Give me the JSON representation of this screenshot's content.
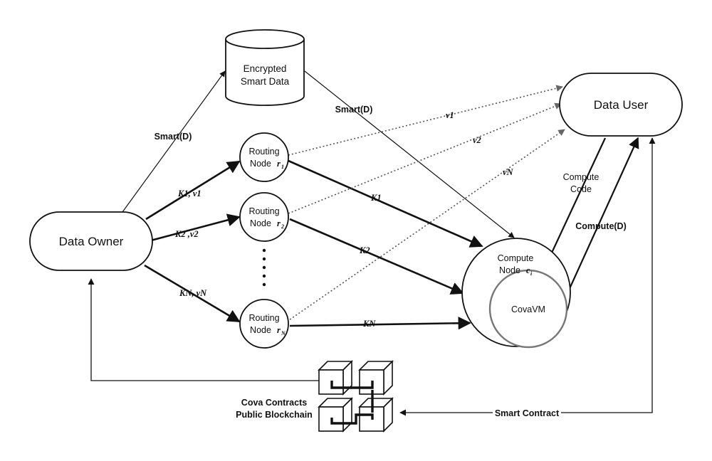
{
  "colors": {
    "stroke": "#111111",
    "dotted": "#555555",
    "inner_circle": "#777777"
  },
  "nodes": {
    "data_owner": "Data Owner",
    "data_user": "Data User",
    "encrypted_line1": "Encrypted",
    "encrypted_line2": "Smart Data",
    "routing_label": "Routing",
    "node_word": "Node",
    "r1": "r",
    "r1_sub": "1",
    "r2": "r",
    "r2_sub": "2",
    "rN": "r",
    "rN_sub": "N",
    "compute_line1": "Compute",
    "compute_word": "Node",
    "compute_ci": "c",
    "compute_ci_sub": "i",
    "covavm": "CovaVM",
    "blockchain_line1": "Cova Contracts",
    "blockchain_line2": "Public Blockchain",
    "ellipsis": "⋮"
  },
  "edges": {
    "smart_d_left": "Smart(D)",
    "smart_d_right": "Smart(D)",
    "k1v1": "K1, v1",
    "k2v2": "K2 ,v2",
    "kNvN": "KN, vN",
    "k1": "K1",
    "k2": "K2",
    "kN": "KN",
    "v1": "v1",
    "v2": "v2",
    "vN": "vN",
    "compute_code_line1": "Compute",
    "compute_code_line2": "Code",
    "compute_d": "Compute(D)",
    "smart_contract": "Smart Contract"
  },
  "icons": [
    "database-icon",
    "blockchain-icon",
    "arrow-icon"
  ]
}
